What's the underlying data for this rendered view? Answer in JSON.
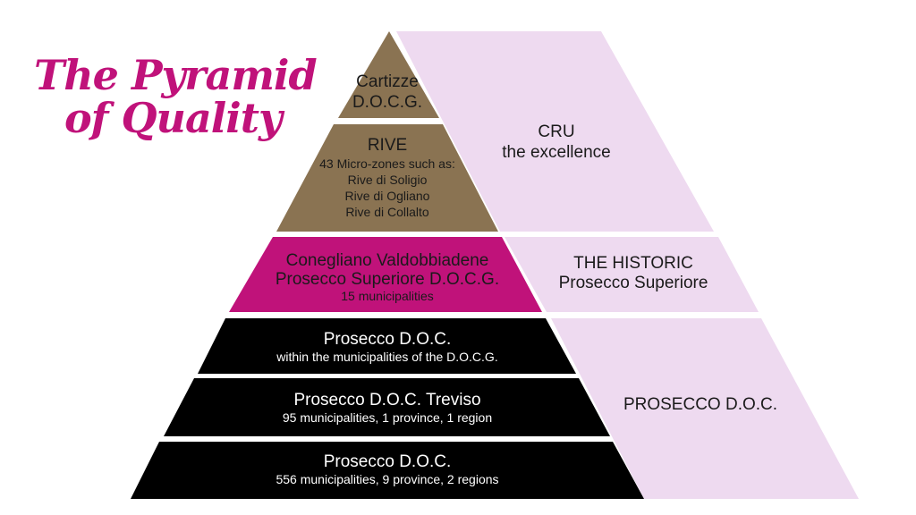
{
  "title": {
    "line1": "The Pyramid",
    "line2": "of Quality"
  },
  "colors": {
    "brown": "#8a7352",
    "magenta": "#c0127a",
    "black": "#000000",
    "lavender": "#eedaf0",
    "title": "#c0127a"
  },
  "levels": {
    "cartizze": {
      "line1": "Cartizze",
      "line2": "D.O.C.G."
    },
    "rive": {
      "heading": "RIVE",
      "lines": [
        "43 Micro-zones such as:",
        "Rive di Soligio",
        "Rive di Ogliano",
        "Rive di Collalto"
      ]
    },
    "docg": {
      "line1": "Conegliano Valdobbiadene",
      "line2": "Prosecco Superiore D.O.C.G.",
      "sub": "15 municipalities"
    },
    "doc_docg": {
      "heading": "Prosecco D.O.C.",
      "sub": "within the municipalities of the D.O.C.G."
    },
    "doc_treviso": {
      "heading": "Prosecco D.O.C. Treviso",
      "sub": "95 municipalities, 1 province, 1 region"
    },
    "doc": {
      "heading": "Prosecco D.O.C.",
      "sub": "556 municipalities, 9 province, 2 regions"
    }
  },
  "side_labels": {
    "cru": {
      "line1": "CRU",
      "line2": "the excellence"
    },
    "historic": {
      "line1": "THE HISTORIC",
      "line2": "Prosecco Superiore"
    },
    "doc": {
      "line1": "PROSECCO D.O.C."
    }
  }
}
